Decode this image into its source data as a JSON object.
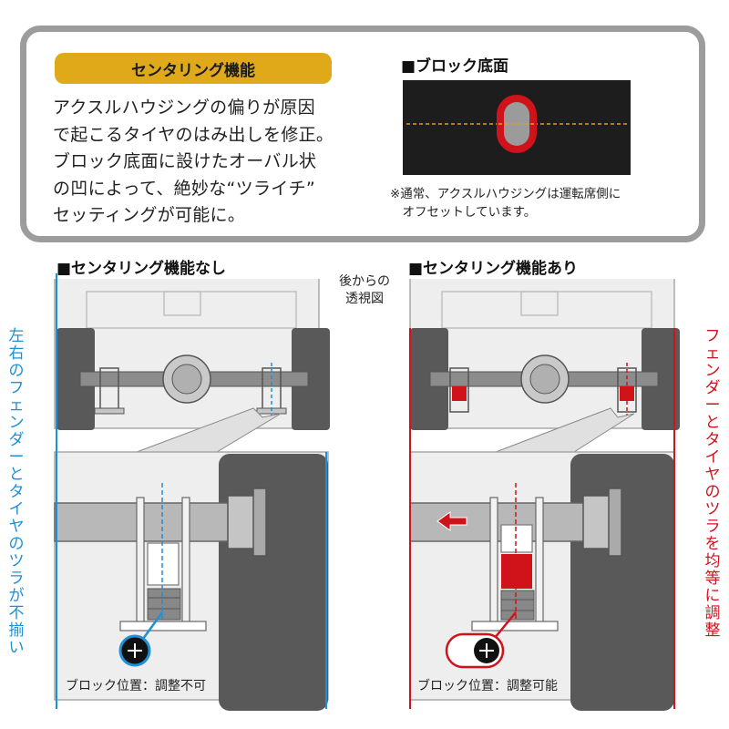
{
  "feature_box": {
    "title": "センタリング機能",
    "description": "アクスルハウジングの偏りが原因\nで起こるタイヤのはみ出しを修正。\nブロック底面に設けたオーバル状\nの凹によって、絶妙な“ツライチ”\nセッティングが可能に。",
    "bottom_view_heading": "■ブロック底面",
    "note": "※通常、アクスルハウジングは運転席側に\n　オフセットしています。"
  },
  "left_panel": {
    "heading": "■センタリング機能なし",
    "side_label": "左右のフェンダーとタイヤのツラが不揃い",
    "block_position": "ブロック位置：調整不可"
  },
  "right_panel": {
    "heading": "■センタリング機能あり",
    "side_label": "フェンダーとタイヤのツラを均等に調整",
    "block_position": "ブロック位置：調整可能"
  },
  "perspective_label": "後からの\n透視図",
  "colors": {
    "accent_gold": "#dfa91a",
    "left_accent_blue": "#1e90d6",
    "right_accent_red": "#d0121b",
    "box_border": "#9c9c9c"
  }
}
